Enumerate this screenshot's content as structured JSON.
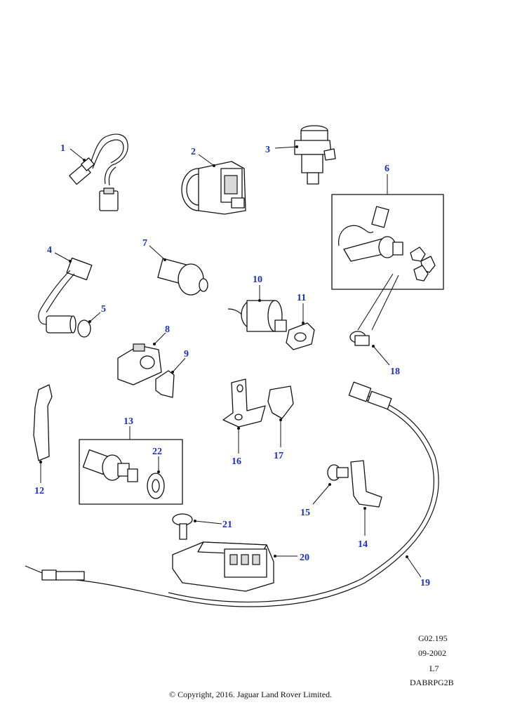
{
  "callouts": [
    "1",
    "2",
    "3",
    "4",
    "5",
    "6",
    "7",
    "8",
    "9",
    "10",
    "11",
    "12",
    "13",
    "14",
    "15",
    "16",
    "17",
    "18",
    "19",
    "20",
    "21",
    "22"
  ],
  "reference": {
    "code": "G02.195",
    "date": "09-2002",
    "level": "L7",
    "drawing_id": "DABRPG2B"
  },
  "copyright": "© Copyright, 2016. Jaguar Land Rover Limited."
}
